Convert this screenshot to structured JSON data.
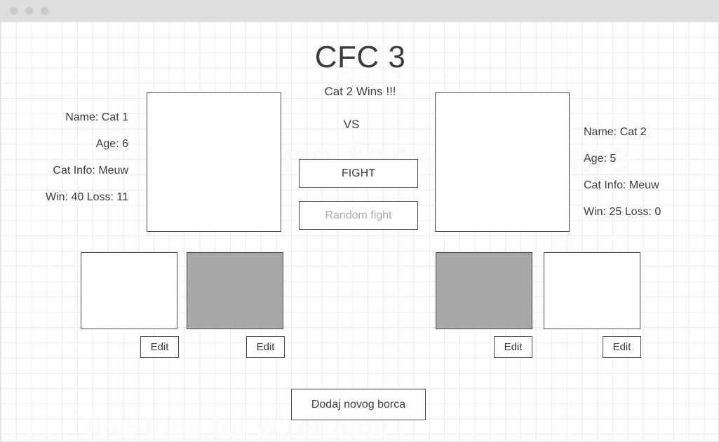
{
  "window": {
    "control_dots": [
      "close-dot",
      "minimize-dot",
      "maximize-dot"
    ],
    "titlebar_color": "#dedede",
    "dot_color": "#c9c9c9"
  },
  "page": {
    "title": "CFC 3",
    "winner_banner": "Cat 2 Wins !!!",
    "vs_label": "VS",
    "background_watermark": "fine-tune for wireframe",
    "grid_color": "#ededed",
    "border_color": "#4a4a4a",
    "text_color": "#3c3c3c",
    "selected_thumb_color": "#a8a8a8",
    "disabled_text_color": "#adadad"
  },
  "fighters": {
    "left": {
      "portrait_alt": "cat-1-portrait",
      "stats": [
        "Name: Cat 1",
        "Age: 6",
        "Cat Info: Meuw",
        "Win: 40 Loss: 11"
      ],
      "name": "Cat 1",
      "age": "6",
      "info": "Meuw",
      "wins": "40",
      "losses": "11"
    },
    "right": {
      "portrait_alt": "cat-2-portrait",
      "stats": [
        "Name: Cat 2",
        "Age: 5",
        "Cat Info: Meuw",
        "Win: 25 Loss: 0"
      ],
      "name": "Cat 2",
      "age": "5",
      "info": "Meuw",
      "wins": "25",
      "losses": "0"
    }
  },
  "actions": {
    "fight_label": "FIGHT",
    "fight_enabled": "true",
    "random_fight_label": "Random fight",
    "random_fight_enabled": "false",
    "add_fighter_label": "Dodaj novog borca"
  },
  "roster": {
    "edit_label": "Edit",
    "thumbnails": [
      {
        "index": "0",
        "state": "idle",
        "edit_label": "Edit"
      },
      {
        "index": "1",
        "state": "selected",
        "edit_label": "Edit"
      },
      {
        "index": "2",
        "state": "selected",
        "edit_label": "Edit"
      },
      {
        "index": "3",
        "state": "idle",
        "edit_label": "Edit"
      }
    ]
  }
}
